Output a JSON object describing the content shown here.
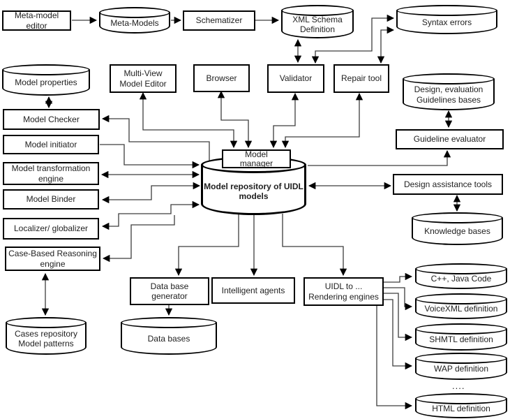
{
  "colors": {
    "line": "#3d3d3d",
    "border": "#000000",
    "text": "#1f1f1f",
    "background": "#ffffff"
  },
  "diagram": {
    "nodes": {
      "meta_model_editor": {
        "label": "Meta-model\neditor"
      },
      "meta_models": {
        "label": "Meta-Models"
      },
      "schematizer": {
        "label": "Schematizer"
      },
      "xml_schema": {
        "label": "XML Schema\nDefinition"
      },
      "syntax_errors": {
        "label": "Syntax errors"
      },
      "model_properties": {
        "label": "Model properties"
      },
      "multi_view": {
        "label": "Multi-View\nModel Editor"
      },
      "browser": {
        "label": "Browser"
      },
      "validator": {
        "label": "Validator"
      },
      "repair_tool": {
        "label": "Repair tool"
      },
      "design_guidelines": {
        "label": "Design, evaluation\nGuidelines bases"
      },
      "model_checker": {
        "label": "Model Checker"
      },
      "guideline_evaluator": {
        "label": "Guideline evaluator"
      },
      "model_initiator": {
        "label": "Model initiator"
      },
      "model_manager": {
        "label": "Model\nmanager"
      },
      "model_transformation": {
        "label": "Model transformation\nengine"
      },
      "repository": {
        "label": "Model repository of UIDL\nmodels"
      },
      "design_assistance": {
        "label": "Design assistance tools"
      },
      "model_binder": {
        "label": "Model Binder"
      },
      "localizer": {
        "label": "Localizer/ globalizer"
      },
      "knowledge_bases": {
        "label": "Knowledge bases"
      },
      "case_based": {
        "label": "Case-Based Reasoning\nengine"
      },
      "data_base_generator": {
        "label": "Data base\ngenerator"
      },
      "intelligent_agents": {
        "label": "Intelligent agents"
      },
      "uidl_to": {
        "label": "UIDL to ...\nRendering engines"
      },
      "cases_repository": {
        "label": "Cases repository\nModel patterns"
      },
      "data_bases": {
        "label": "Data bases"
      },
      "cpp_java": {
        "label": "C++, Java Code"
      },
      "voicexml": {
        "label": "VoiceXML definition"
      },
      "shmtl": {
        "label": "SHMTL definition"
      },
      "wap": {
        "label": "WAP definition"
      },
      "ellipsis": {
        "label": "...."
      },
      "html_def": {
        "label": "HTML definition"
      }
    }
  }
}
